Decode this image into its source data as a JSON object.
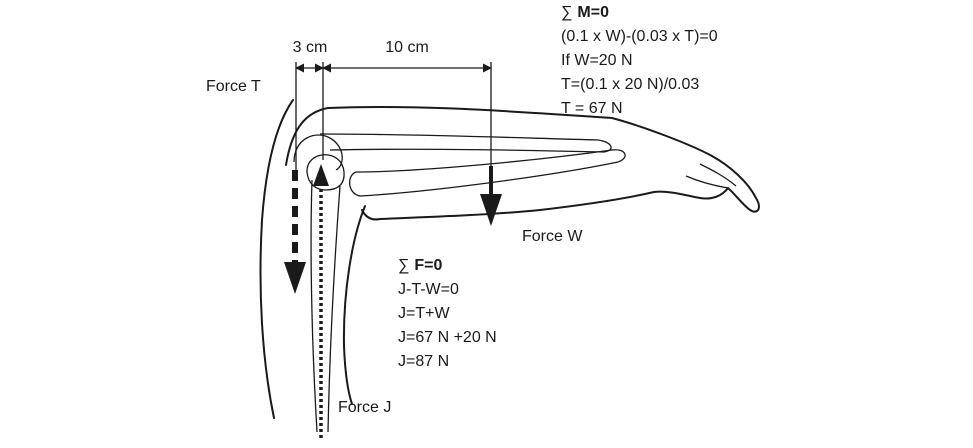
{
  "dimensions": {
    "short": "3 cm",
    "long": "10 cm"
  },
  "forces": {
    "t": "Force T",
    "w": "Force W",
    "j": "Force J"
  },
  "moment_equation": {
    "heading": "M=0",
    "lines": [
      "(0.1 x W)-(0.03 x T)=0",
      "If W=20 N",
      "T=(0.1 x 20 N)/0.03",
      "T = 67 N"
    ]
  },
  "force_equation": {
    "heading": "F=0",
    "lines": [
      "J-T-W=0",
      "J=T+W",
      "J=67 N +20 N",
      "J=87 N"
    ]
  },
  "symbols": {
    "sum": "∑"
  }
}
